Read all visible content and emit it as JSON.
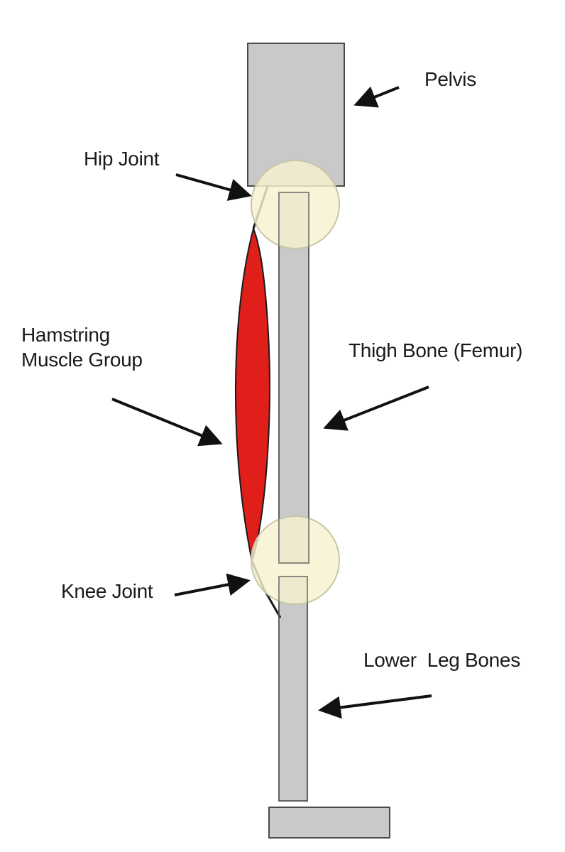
{
  "labels": {
    "pelvis": "Pelvis",
    "hip_joint": "Hip Joint",
    "hamstring_line1": "Hamstring",
    "hamstring_line2": "Muscle Group",
    "thigh_bone": "Thigh Bone (Femur)",
    "knee_joint": "Knee Joint",
    "lower_leg": "Lower  Leg Bones"
  },
  "colors": {
    "bone_fill": "#c9c9c9",
    "bone_stroke": "#4a4a4a",
    "joint_fill": "#f6f2cf",
    "muscle_fill": "#e01f1a",
    "arrow": "#111111"
  }
}
